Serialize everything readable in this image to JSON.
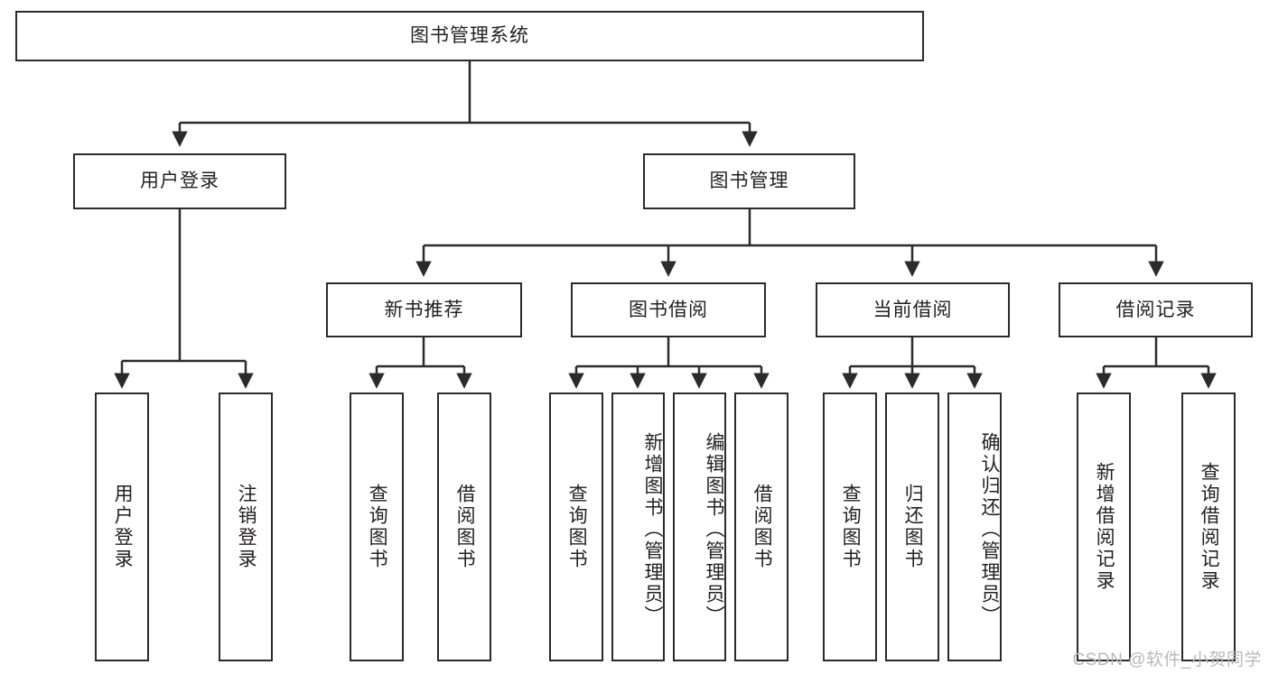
{
  "diagram": {
    "title": "图书管理系统",
    "watermark": "CSDN @软件_小贺同学",
    "colors": {
      "stroke": "#2b2b2b",
      "text": "#231f20",
      "background": "#ffffff",
      "watermark": "#b9b9b9"
    },
    "root": {
      "label": "图书管理系统"
    },
    "level2": [
      {
        "label": "用户登录"
      },
      {
        "label": "图书管理"
      }
    ],
    "level3": [
      {
        "label": "新书推荐"
      },
      {
        "label": "图书借阅"
      },
      {
        "label": "当前借阅"
      },
      {
        "label": "借阅记录"
      }
    ],
    "leaves": {
      "user_login": [
        {
          "label": "用户登录"
        },
        {
          "label": "注销登录"
        }
      ],
      "new_book_recommend": [
        {
          "label": "查询图书"
        },
        {
          "label": "借阅图书"
        }
      ],
      "book_borrow": [
        {
          "label": "查询图书"
        },
        {
          "label": "新增图书（管理员）"
        },
        {
          "label": "编辑图书（管理员）"
        },
        {
          "label": "借阅图书"
        }
      ],
      "current_borrow": [
        {
          "label": "查询图书"
        },
        {
          "label": "归还图书"
        },
        {
          "label": "确认归还（管理员）"
        }
      ],
      "borrow_record": [
        {
          "label": "新增借阅记录"
        },
        {
          "label": "查询借阅记录"
        }
      ]
    }
  }
}
